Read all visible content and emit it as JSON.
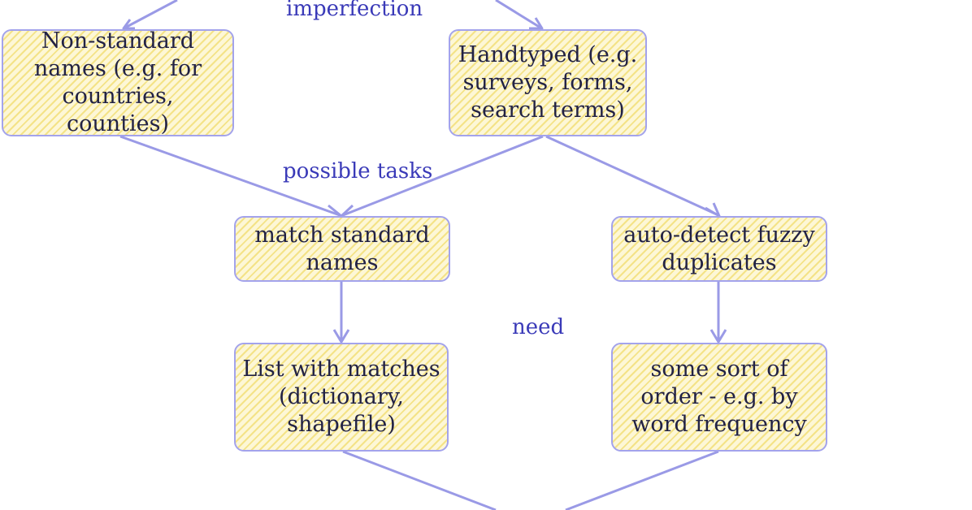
{
  "labels": {
    "imperfection": "imperfection",
    "possible_tasks": "possible tasks",
    "need": "need"
  },
  "nodes": {
    "non_standard_names": "Non-standard names (e.g. for countries, counties)",
    "handtyped": "Handtyped (e.g. surveys, forms, search terms)",
    "match_standard_names": "match standard names",
    "auto_detect_duplicates": "auto-detect fuzzy duplicates",
    "list_with_matches": "List with matches (dictionary, shapefile)",
    "sort_order": "some sort of order - e.g. by word frequency"
  },
  "colors": {
    "edge": "#9a9ae6",
    "node_border": "#a3a3ec",
    "node_fill": "#fdf7d6",
    "hatch": "#ecd246",
    "label_text": "#3a3ab8"
  }
}
